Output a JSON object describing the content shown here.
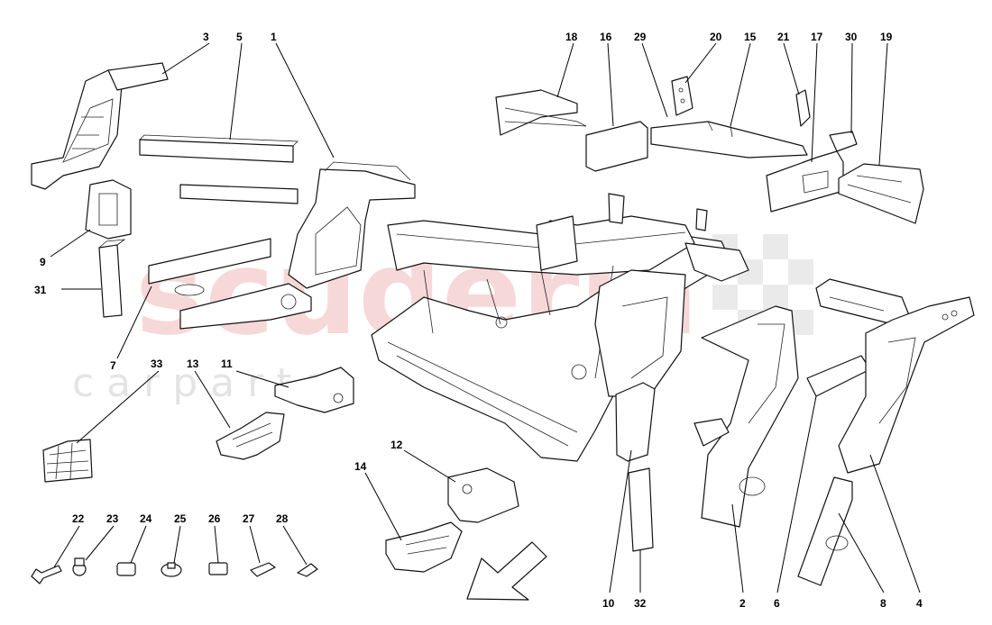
{
  "watermark": {
    "logo_text": "scuderia",
    "sub_text": "c a r p a r t s"
  },
  "colors": {
    "line": "#111111",
    "watermark_red": "#f2b9b9",
    "watermark_grey": "#cfcfcf"
  },
  "callouts": {
    "n1": "1",
    "n2": "2",
    "n3": "3",
    "n4": "4",
    "n5": "5",
    "n6": "6",
    "n7": "7",
    "n8": "8",
    "n9": "9",
    "n10": "10",
    "n11": "11",
    "n12": "12",
    "n13": "13",
    "n14": "14",
    "n15": "15",
    "n16": "16",
    "n17": "17",
    "n18": "18",
    "n19": "19",
    "n20": "20",
    "n21": "21",
    "n22": "22",
    "n23": "23",
    "n24": "24",
    "n25": "25",
    "n26": "26",
    "n27": "27",
    "n28": "28",
    "n29": "29",
    "n30": "30",
    "n31": "31",
    "n32": "32",
    "n33": "33"
  },
  "icons": {
    "direction_arrow": "arrow-down-left-icon"
  }
}
